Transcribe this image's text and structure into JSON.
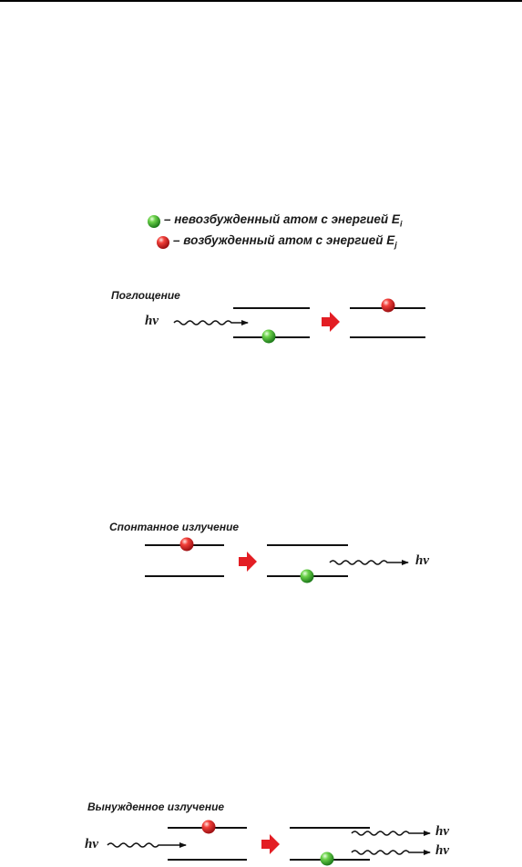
{
  "legend": {
    "ground": {
      "prefix": "– невозбужденный атом с энергией ",
      "symbol": "E",
      "sub": "i",
      "color": "#3aa335"
    },
    "excited": {
      "prefix": "– возбужденный атом с энергией ",
      "symbol": "E",
      "sub": "j",
      "color": "#e0262a"
    }
  },
  "sections": {
    "absorption": {
      "title": "Поглощение",
      "photon": "hν"
    },
    "spontaneous": {
      "title": "Спонтанное излучение",
      "photon": "hν"
    },
    "stimulated": {
      "title": "Вынужденное излучение",
      "photon_in": "hν",
      "photon_out_1": "hν",
      "photon_out_2": "hν"
    }
  },
  "colors": {
    "arrow": "#e31e24",
    "line": "#111111"
  }
}
